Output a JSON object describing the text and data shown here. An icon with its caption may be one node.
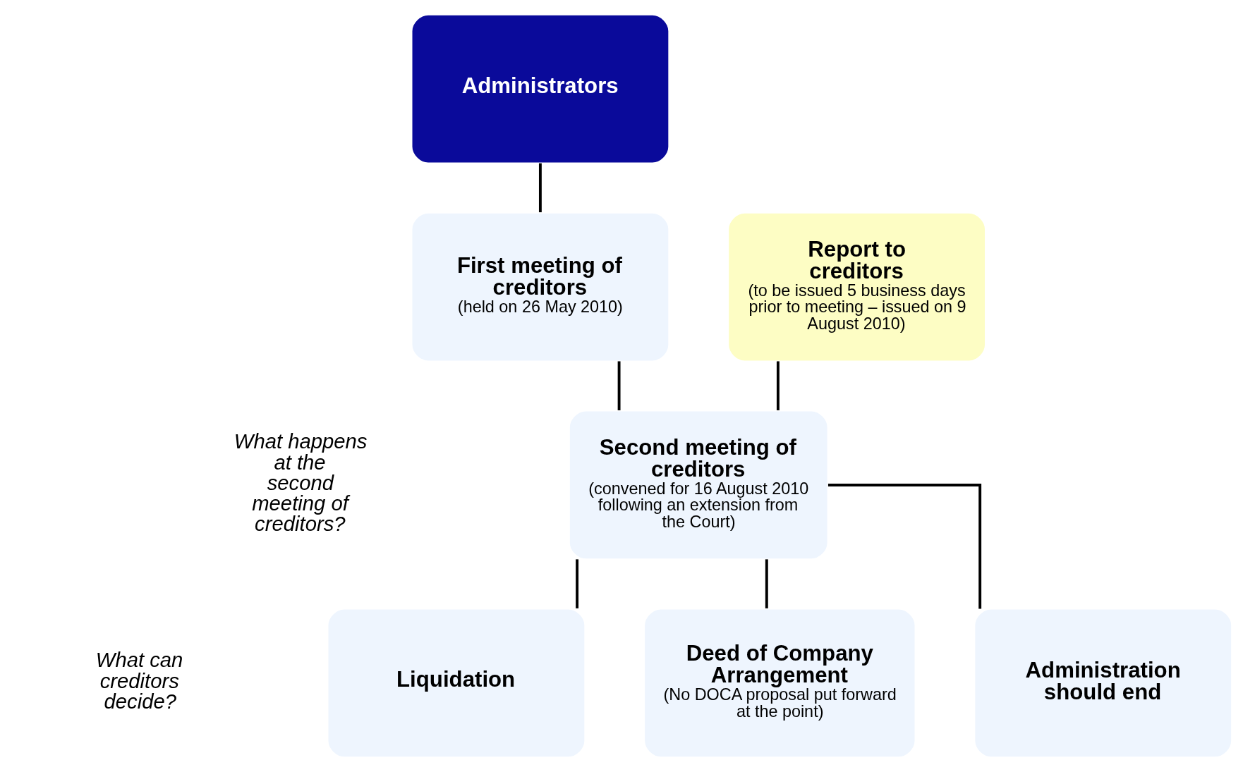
{
  "diagram": {
    "nodes": [
      {
        "text": [
          "Administrators"
        ]
      },
      {
        "text": [
          "First meeting of creditors",
          "(held on 26 May 2010)"
        ]
      },
      {
        "text": [
          "Report to creditors",
          "(to be issued 5 business days prior to meeting – issued on 9 August 2010)"
        ]
      },
      {
        "text": [
          "Second meeting of creditors",
          "(convened for 16 August 2010 following an extension from the Court)"
        ]
      },
      {
        "text": [
          "Deed of Company Arrangement",
          "(No DOCA proposal put forward at the point)"
        ]
      },
      {
        "text": [
          "Administration should end"
        ]
      },
      {
        "text": [
          "Liquidation"
        ]
      }
    ],
    "edges": [
      {
        "from": 0,
        "to": 1,
        "arrow": "none"
      },
      {
        "from": 1,
        "to": 3,
        "arrow": "none"
      },
      {
        "from": 2,
        "to": 3,
        "arrow": "none"
      },
      {
        "from": 3,
        "to": 4,
        "arrow": "none"
      },
      {
        "from": 3,
        "to": 5,
        "arrow": "none"
      },
      {
        "from": 3,
        "to": 6,
        "arrow": "none"
      }
    ],
    "labels": [
      "What happens at the second meeting of creditors?",
      "What can creditors decide?"
    ]
  }
}
